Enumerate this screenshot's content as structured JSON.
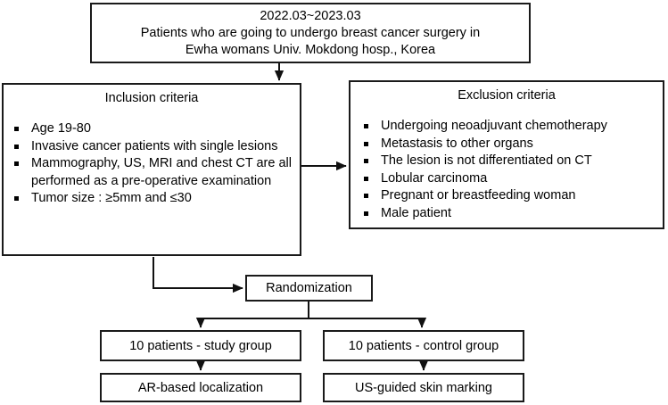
{
  "diagram": {
    "title": "Breast cancer surgery localization trial flowchart",
    "line_color": "#1a1a1a",
    "background": "#ffffff",
    "bullet_glyph": "square"
  },
  "cohort": {
    "name": "study-cohort-box",
    "lines": [
      "2022.03~2023.03",
      "Patients who are going to undergo breast cancer surgery in",
      "Ewha womans Univ. Mokdong hosp., Korea"
    ]
  },
  "inclusion": {
    "title": "Inclusion criteria",
    "items": [
      "Age 19-80",
      "Invasive cancer patients with single lesions",
      "Mammography, US,  MRI and chest CT are all performed as a pre-operative examination",
      "Tumor size : ≥5mm and ≤30"
    ]
  },
  "exclusion": {
    "title": "Exclusion criteria",
    "items": [
      "Undergoing neoadjuvant chemotherapy",
      "Metastasis to other organs",
      "The lesion is not differentiated on CT",
      "Lobular carcinoma",
      "Pregnant or breastfeeding woman",
      "Male patient"
    ]
  },
  "randomization": {
    "label": "Randomization"
  },
  "arms": [
    {
      "group_label": "10 patients - study group",
      "method_label": "AR-based localization"
    },
    {
      "group_label": "10 patients - control group",
      "method_label": "US-guided skin marking"
    }
  ]
}
